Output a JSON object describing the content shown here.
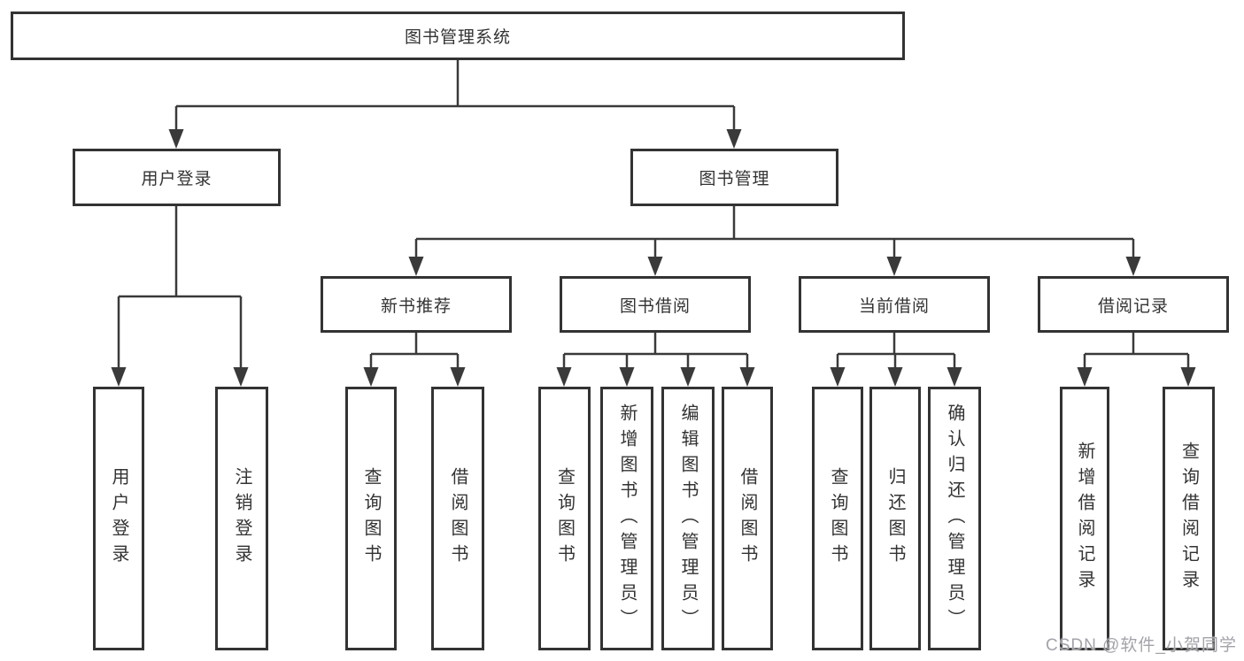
{
  "tree": {
    "label": "图书管理系统",
    "children": [
      {
        "label": "用户登录",
        "children": [
          {
            "label": "用户登录"
          },
          {
            "label": "注销登录"
          }
        ]
      },
      {
        "label": "图书管理",
        "children": [
          {
            "label": "新书推荐",
            "children": [
              {
                "label": "查询图书"
              },
              {
                "label": "借阅图书"
              }
            ]
          },
          {
            "label": "图书借阅",
            "children": [
              {
                "label": "查询图书"
              },
              {
                "label": "新增图书（管理员）"
              },
              {
                "label": "编辑图书（管理员）"
              },
              {
                "label": "借阅图书"
              }
            ]
          },
          {
            "label": "当前借阅",
            "children": [
              {
                "label": "查询图书"
              },
              {
                "label": "归还图书"
              },
              {
                "label": "确认归还（管理员）"
              }
            ]
          },
          {
            "label": "借阅记录",
            "children": [
              {
                "label": "新增借阅记录"
              },
              {
                "label": "查询借阅记录"
              }
            ]
          }
        ]
      }
    ]
  },
  "watermark": {
    "text": "CSDN @软件_小贺同学"
  },
  "colors": {
    "line": "#3a3a3a",
    "box_border": "#333333",
    "text": "#333333",
    "watermark": "#a3a3ab",
    "background": "#ffffff"
  }
}
